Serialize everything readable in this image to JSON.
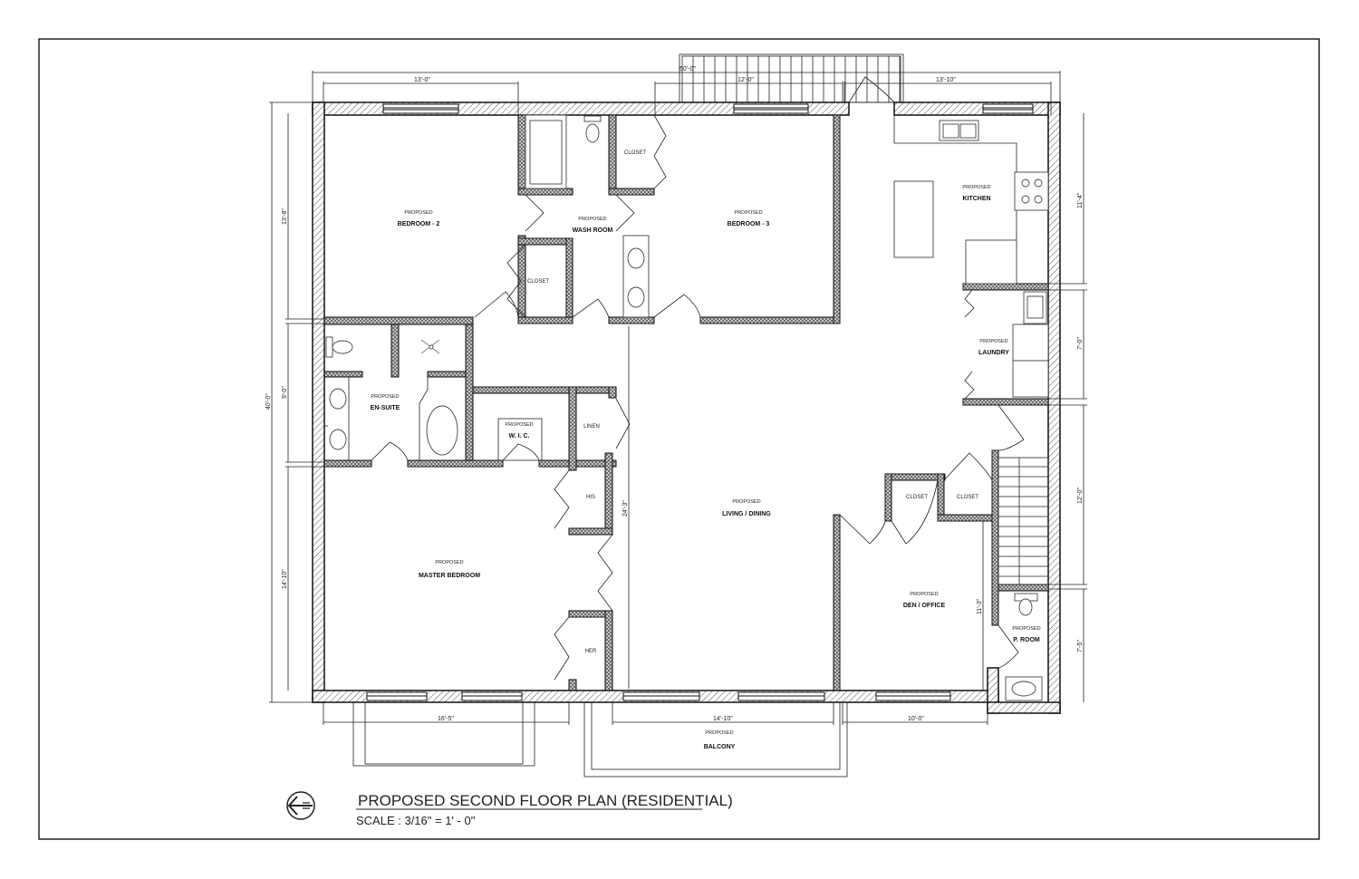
{
  "drawing": {
    "title": "PROPOSED SECOND FLOOR PLAN (RESIDENTIAL)",
    "scale": "SCALE :  3/16\" = 1' - 0\"",
    "prefix": "PROPOSED"
  },
  "rooms": {
    "bedroom2": "BEDROOM - 2",
    "washroom": "WASH ROOM",
    "bedroom3": "BEDROOM - 3",
    "kitchen": "KITCHEN",
    "laundry": "LAUNDRY",
    "ensuite": "EN-SUITE",
    "wic": "W. I. C.",
    "living": "LIVING / DINING",
    "master": "MASTER BEDROOM",
    "den": "DEN / OFFICE",
    "proom": "P. ROOM",
    "balcony": "BALCONY"
  },
  "closets": {
    "closet": "CLOSET",
    "linen": "LINEN",
    "his": "HIS",
    "her": "HER"
  },
  "dimensions": {
    "overall_width": "50'-0\"",
    "top_left": "13'-0\"",
    "top_mid": "12'-0\"",
    "top_right": "13'-10\"",
    "overall_depth": "40'-0\"",
    "left_1": "13'-8\"",
    "left_2": "9'-0\"",
    "left_3": "14'-10\"",
    "right_1": "11'-4\"",
    "right_2": "7'-0\"",
    "right_3": "12'-0\"",
    "right_4": "7'-5\"",
    "bottom_left": "16'-5\"",
    "bottom_mid": "14'-10\"",
    "bottom_right": "10'-0\"",
    "living_depth": "24'-3\"",
    "den_depth": "11'-3\""
  },
  "icons": {
    "north_arrow": "north-arrow-icon"
  }
}
